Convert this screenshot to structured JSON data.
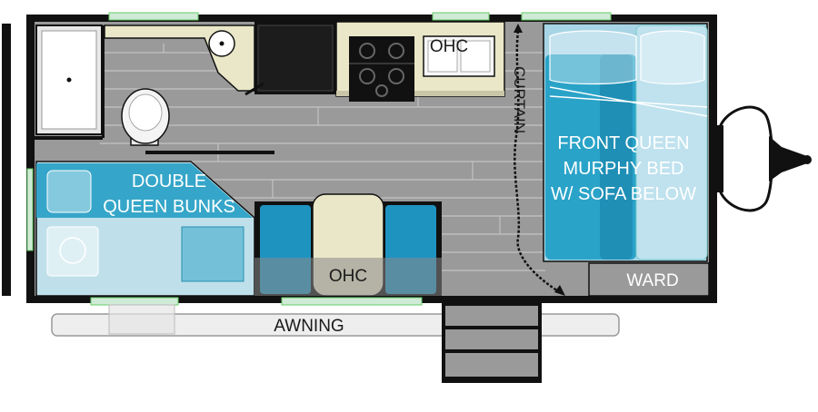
{
  "labels": {
    "ohc_kitchen": "OHC",
    "curtain": "CURTAIN",
    "bed_line1": "FRONT QUEEN",
    "bed_line2": "MURPHY BED",
    "bed_line3": "W/ SOFA BELOW",
    "bunks_line1": "DOUBLE",
    "bunks_line2": "QUEEN BUNKS",
    "ohc_dinette": "OHC",
    "ward": "WARD",
    "awning": "AWNING"
  },
  "colors": {
    "wall": "#111111",
    "floor": "#9a9a9a",
    "floor_plank_line": "#c4c4c4",
    "counter": "#e9e7c8",
    "counter_shadow": "#c8c6a8",
    "bunk_blue": "#35a6c9",
    "bunk_light": "#bfe0ea",
    "bed_blue": "#2aa3c8",
    "bed_frame": "#9fd3e4",
    "dinette_blue": "#1f93c0",
    "window_green": "#cfead5",
    "ward": "#9a9a9a",
    "awning": "#eeeeee",
    "steps": "#8c8c8c"
  }
}
